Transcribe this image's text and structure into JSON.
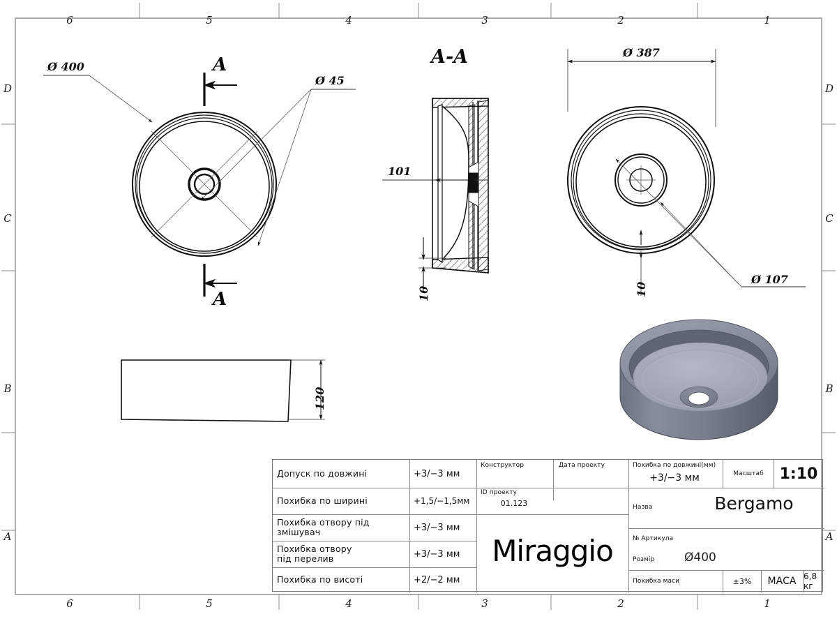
{
  "sheet": {
    "zones_top": [
      "6",
      "5",
      "4",
      "3",
      "2",
      "1"
    ],
    "zones_bottom": [
      "6",
      "5",
      "4",
      "3",
      "2",
      "1"
    ],
    "zones_left": [
      "D",
      "C",
      "B",
      "A"
    ],
    "zones_right": [
      "D",
      "C",
      "B",
      "A"
    ]
  },
  "views": {
    "top_plan": {
      "dim_outer": "Ø 400",
      "dim_hole": "Ø 45",
      "section_letter_top": "A",
      "section_letter_bottom": "A"
    },
    "section": {
      "title": "A-A",
      "dim_depth": "101",
      "dim_base": "10"
    },
    "bottom_plan": {
      "dim_outer": "Ø 387",
      "dim_hole": "Ø 107",
      "dim_rim": "10"
    },
    "elevation": {
      "dim_height": "120"
    },
    "render": {
      "label": "isometric-basin-render"
    }
  },
  "titleblock": {
    "tolerances": [
      {
        "label": "Допуск по довжині",
        "value": "+3/−3  мм"
      },
      {
        "label": "Похибка по ширині",
        "value": "+1,5/−1,5мм"
      },
      {
        "label": "Похибка отвору під\nзмішувач",
        "value": "+3/−3  мм"
      },
      {
        "label": "Похибка отвору\nпід перелив",
        "value": "+3/−3  мм"
      },
      {
        "label": "Похибка по висоті",
        "value": "+2/−2  мм"
      }
    ],
    "designer_label": "Конструктор",
    "designer_value": "",
    "date_label": "Дата проекту",
    "date_value": "",
    "project_id_label": "ID проекту",
    "project_id_value": "01.123",
    "brand": "Miraggio",
    "length_tol_label": "Похибка по довжині(мм)",
    "length_tol_value": "+3/−3  мм",
    "scale_label": "Масштаб",
    "scale_value": "1:10",
    "name_label": "Назва",
    "name_value": "Bergamo",
    "article_label": "№ Артикула",
    "article_value": "",
    "size_label": "Розмір",
    "size_value": "Ø400",
    "mass_tol_label": "Похибка маси",
    "mass_tol_value": "±3%",
    "mass_label": "МАСА",
    "mass_value": "6,8 кг"
  },
  "colors": {
    "frame": "#888888",
    "line": "#111111",
    "render_top": "#9b9fae",
    "render_body": "#6f7480",
    "render_inner": "#a8abb8"
  }
}
